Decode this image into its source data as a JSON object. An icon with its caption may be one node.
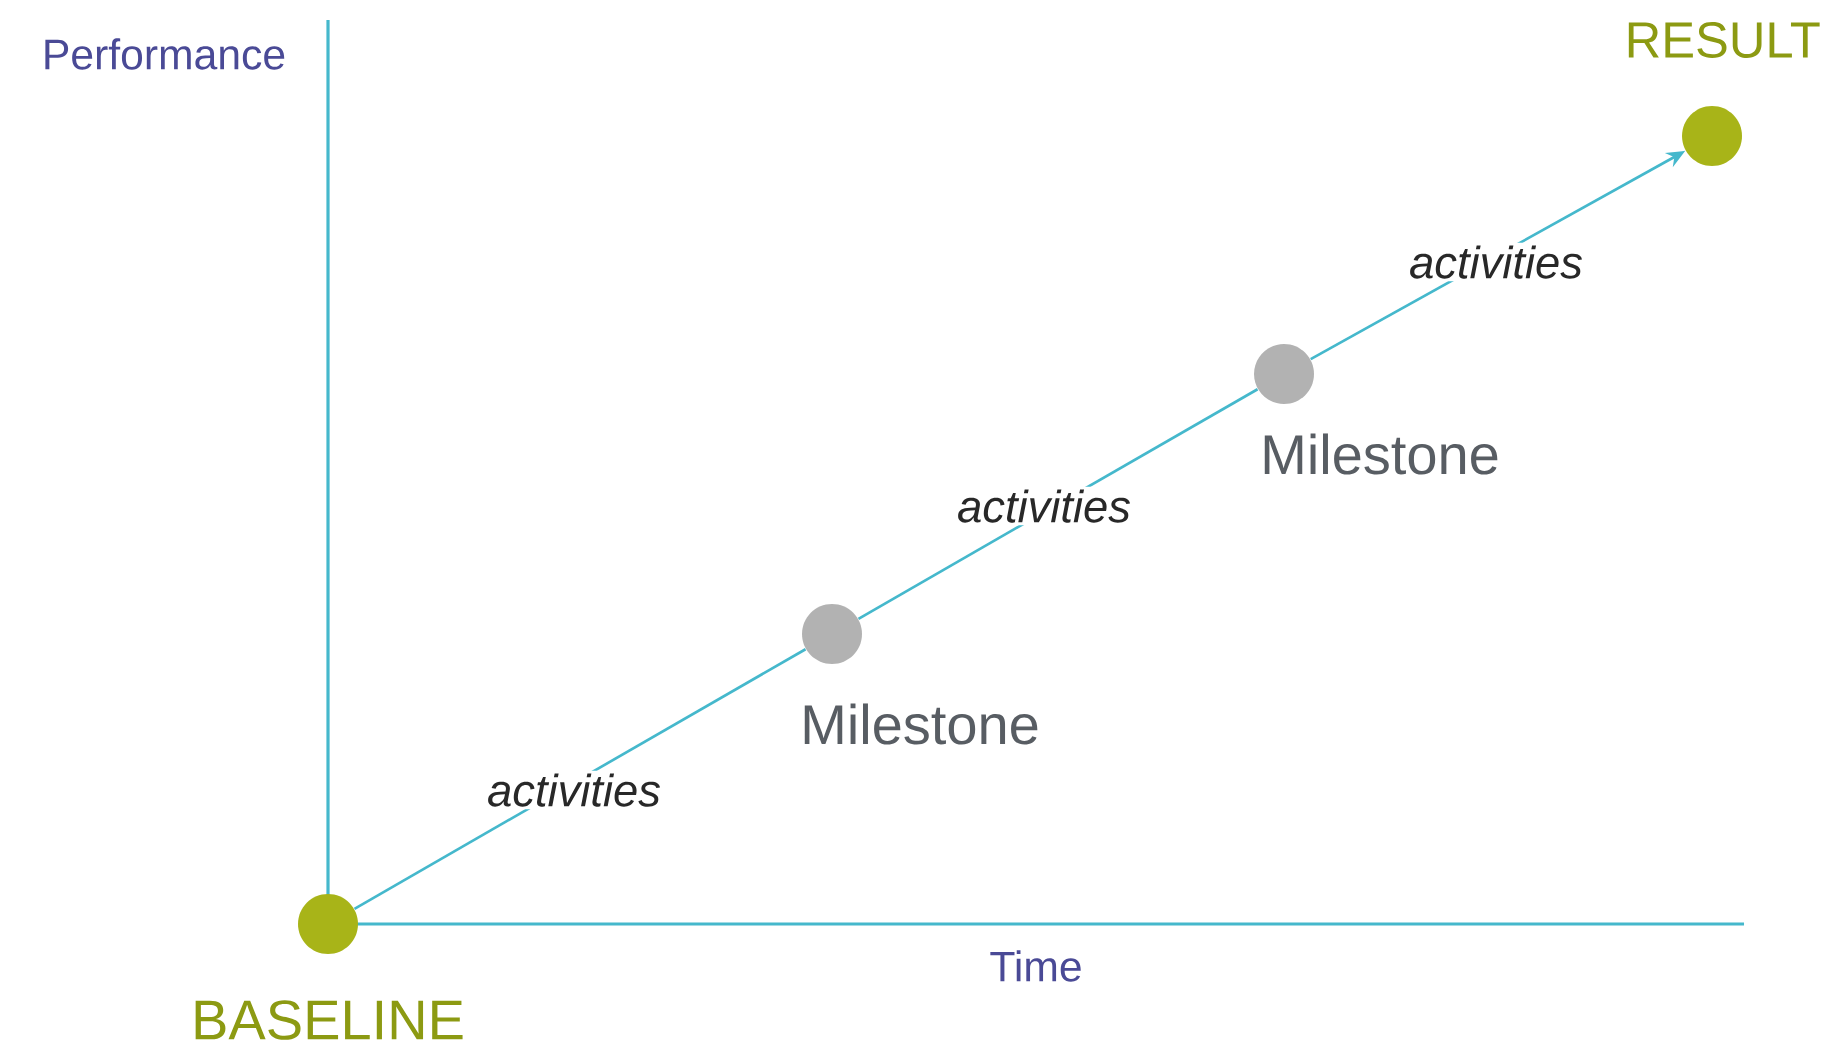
{
  "diagram": {
    "nodes": [
      {
        "text": [
          "BASELINE"
        ]
      },
      {
        "text": [
          "Milestone"
        ]
      },
      {
        "text": [
          "Milestone"
        ]
      },
      {
        "text": [
          "RESULT"
        ]
      }
    ],
    "edges": [
      {
        "from": 0,
        "to": 1,
        "arrow": "none",
        "label": "activities"
      },
      {
        "from": 1,
        "to": 2,
        "arrow": "none",
        "label": "activities"
      },
      {
        "from": 2,
        "to": 3,
        "arrow": "to",
        "label": "activities"
      }
    ],
    "labels": [
      "Performance",
      "Time"
    ]
  }
}
